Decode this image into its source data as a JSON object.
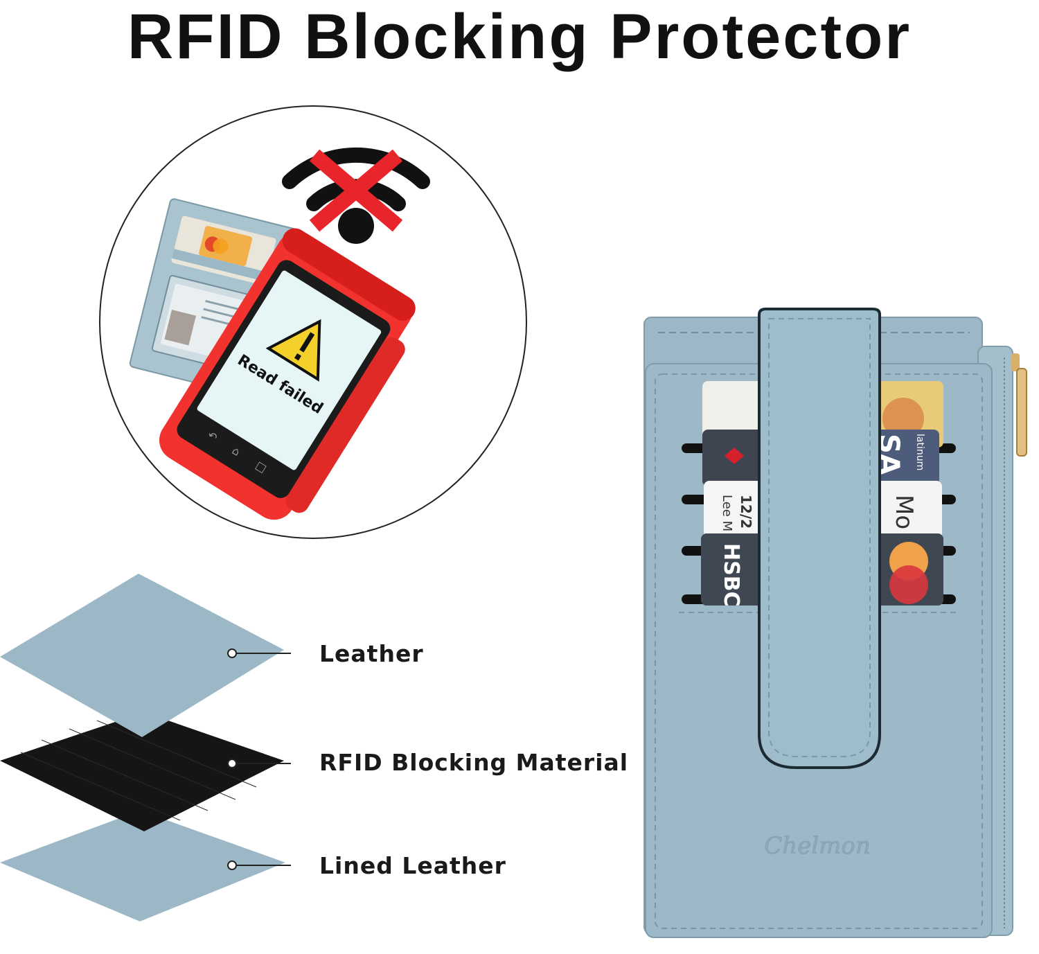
{
  "title": "RFID Blocking Protector",
  "terminal": {
    "screen_message": "Read failed"
  },
  "layers": [
    {
      "label": "Leather"
    },
    {
      "label": "RFID Blocking Material"
    },
    {
      "label": "Lined Leather"
    }
  ],
  "cards": {
    "bank_name": "HSBC",
    "expiry_fragment": "12/2",
    "name_fragment": "Lee M",
    "visa_fragment": "SA",
    "platinum_fragment": "latinum",
    "letters_fragment": "Mo"
  },
  "wallet": {
    "brand": "Chelmon"
  },
  "colors": {
    "leather": "#9cb8c6",
    "leather_dark": "#7e9cab",
    "rfid_layer": "#151515",
    "terminal_red": "#f2322e",
    "warning_yellow": "#f4d12a",
    "cross_red": "#e8252a"
  }
}
